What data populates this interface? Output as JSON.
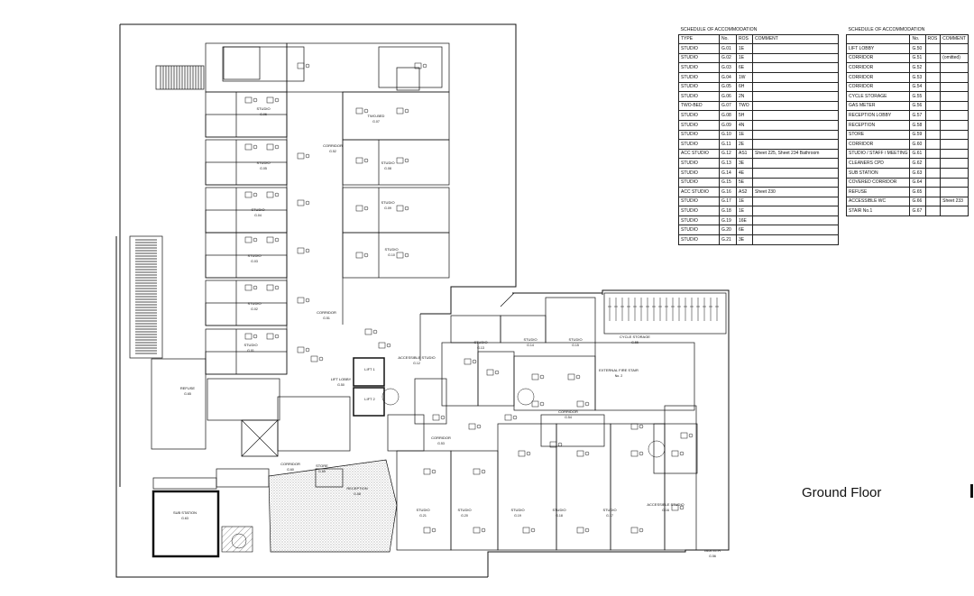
{
  "drawing": {
    "floor_title": "Ground Floor"
  },
  "schedule_a": {
    "title": "SCHEDULE OF ACCOMMODATION",
    "headers": [
      "TYPE",
      "No.",
      "ROS",
      "COMMENT"
    ],
    "rows": [
      [
        "STUDIO",
        "G.01",
        "1E",
        ""
      ],
      [
        "STUDIO",
        "G.02",
        "1E",
        ""
      ],
      [
        "STUDIO",
        "G.03",
        "6E",
        ""
      ],
      [
        "STUDIO",
        "G.04",
        "1W",
        ""
      ],
      [
        "STUDIO",
        "G.05",
        "6H",
        ""
      ],
      [
        "STUDIO",
        "G.06",
        "2N",
        ""
      ],
      [
        "TWO-BED",
        "G.07",
        "TWO",
        ""
      ],
      [
        "STUDIO",
        "G.08",
        "5H",
        ""
      ],
      [
        "STUDIO",
        "G.09",
        "4N",
        ""
      ],
      [
        "STUDIO",
        "G.10",
        "1E",
        ""
      ],
      [
        "STUDIO",
        "G.11",
        "2E",
        ""
      ],
      [
        "ACC STUDIO",
        "G.12",
        "AS1",
        "Sheet 225, Sheet 234 Bathroom"
      ],
      [
        "STUDIO",
        "G.13",
        "3E",
        ""
      ],
      [
        "STUDIO",
        "G.14",
        "4E",
        ""
      ],
      [
        "STUDIO",
        "G.15",
        "5E",
        ""
      ],
      [
        "ACC STUDIO",
        "G.16",
        "AS2",
        "Sheet 230"
      ],
      [
        "STUDIO",
        "G.17",
        "1E",
        ""
      ],
      [
        "STUDIO",
        "G.18",
        "1E",
        ""
      ],
      [
        "STUDIO",
        "G.19",
        "16E",
        ""
      ],
      [
        "STUDIO",
        "G.20",
        "6E",
        ""
      ],
      [
        "STUDIO",
        "G.21",
        "3E",
        ""
      ]
    ]
  },
  "schedule_b": {
    "title": "SCHEDULE OF ACCOMMODATION",
    "headers": [
      "",
      "No.",
      "ROS",
      "COMMENT"
    ],
    "rows": [
      [
        "LIFT LOBBY",
        "G.50",
        "",
        ""
      ],
      [
        "CORRIDOR",
        "G.51",
        "",
        "(omitted)"
      ],
      [
        "CORRIDOR",
        "G.52",
        "",
        ""
      ],
      [
        "CORRIDOR",
        "G.53",
        "",
        ""
      ],
      [
        "CORRIDOR",
        "G.54",
        "",
        ""
      ],
      [
        "CYCLE STORAGE",
        "G.55",
        "",
        ""
      ],
      [
        "GAS METER",
        "G.56",
        "",
        ""
      ],
      [
        "RECEPTION LOBBY",
        "G.57",
        "",
        ""
      ],
      [
        "RECEPTION",
        "G.58",
        "",
        ""
      ],
      [
        "STORE",
        "G.59",
        "",
        ""
      ],
      [
        "CORRIDOR",
        "G.60",
        "",
        ""
      ],
      [
        "STUDIO / STAFF / MEETING",
        "G.61",
        "",
        ""
      ],
      [
        "CLEANERS CPD",
        "G.62",
        "",
        ""
      ],
      [
        "SUB STATION",
        "G.63",
        "",
        ""
      ],
      [
        "COVERED CORRIDOR",
        "G.64",
        "",
        ""
      ],
      [
        "REFUSE",
        "G.65",
        "",
        ""
      ],
      [
        "ACCESSIBLE WC",
        "G.66",
        "",
        "Sheet 233"
      ],
      [
        "STAIR No.1",
        "G.67",
        "",
        ""
      ]
    ]
  },
  "room_labels": [
    {
      "name": "STUDIO",
      "num": "G.06"
    },
    {
      "name": "TWO-BED",
      "num": "G.07"
    },
    {
      "name": "CORRIDOR",
      "num": "G.52"
    },
    {
      "name": "STUDIO",
      "num": "G.05"
    },
    {
      "name": "STUDIO",
      "num": "G.08"
    },
    {
      "name": "STUDIO",
      "num": "G.04"
    },
    {
      "name": "STUDIO",
      "num": "G.09"
    },
    {
      "name": "STUDIO",
      "num": "G.03"
    },
    {
      "name": "STUDIO",
      "num": "G.10"
    },
    {
      "name": "STUDIO",
      "num": "G.02"
    },
    {
      "name": "CORRIDOR",
      "num": "G.51"
    },
    {
      "name": "STUDIO",
      "num": "G.01"
    },
    {
      "name": "ACCESSIBLE STUDIO",
      "num": "G.12"
    },
    {
      "name": "STUDIO",
      "num": "G.13"
    },
    {
      "name": "STUDIO",
      "num": "G.14"
    },
    {
      "name": "STUDIO",
      "num": "G.15"
    },
    {
      "name": "CYCLE STORAGE",
      "num": "G.55"
    },
    {
      "name": "EXTERNAL FIRE STAIR",
      "num": "No. 2"
    },
    {
      "name": "REFUSE",
      "num": "G.65"
    },
    {
      "name": "LIFT 1",
      "num": ""
    },
    {
      "name": "LIFT 2",
      "num": ""
    },
    {
      "name": "LIFT LOBBY",
      "num": "G.50"
    },
    {
      "name": "CORRIDOR",
      "num": "G.54"
    },
    {
      "name": "CORRIDOR",
      "num": "G.53"
    },
    {
      "name": "CORRIDOR",
      "num": "G.60"
    },
    {
      "name": "SUB STATION",
      "num": "G.63"
    },
    {
      "name": "STUDIO",
      "num": "G.21"
    },
    {
      "name": "STUDIO",
      "num": "G.20"
    },
    {
      "name": "STUDIO",
      "num": "G.19"
    },
    {
      "name": "STUDIO",
      "num": "G.18"
    },
    {
      "name": "STUDIO",
      "num": "G.17"
    },
    {
      "name": "ACCESSIBLE STUDIO",
      "num": "G.16"
    },
    {
      "name": "GAS MTR",
      "num": "G.56"
    },
    {
      "name": "STORE",
      "num": "G.59"
    },
    {
      "name": "RECEPTION",
      "num": "G.58"
    }
  ]
}
